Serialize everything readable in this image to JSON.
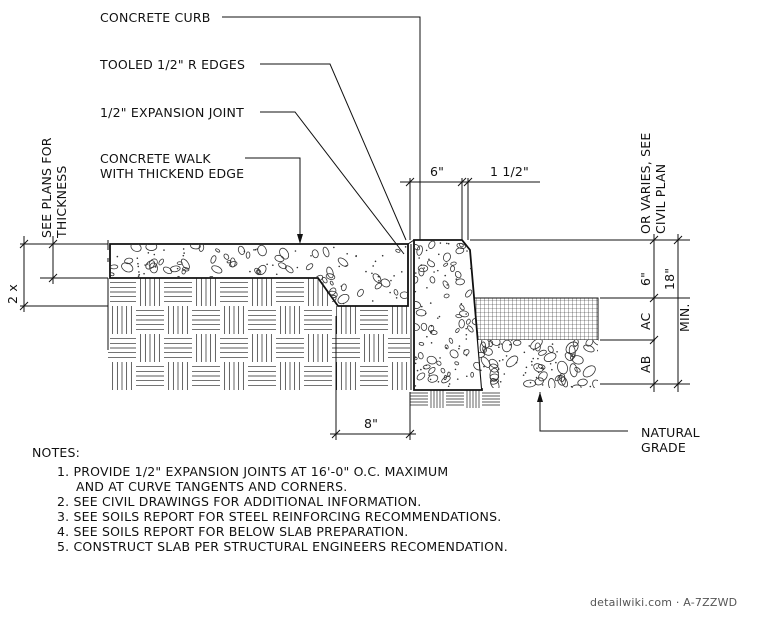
{
  "labels": {
    "concrete_curb": "CONCRETE CURB",
    "tooled_edges": "TOOLED 1/2\" R EDGES",
    "expansion_joint": "1/2\" EXPANSION JOINT",
    "concrete_walk_1": "CONCRETE WALK",
    "concrete_walk_2": "WITH THICKEND EDGE",
    "see_plans_1": "SEE PLANS FOR",
    "see_plans_2": "THICKNESS",
    "or_varies_1": "OR VARIES, SEE",
    "or_varies_2": "CIVIL PLAN",
    "natural_grade_1": "NATURAL",
    "natural_grade_2": "GRADE"
  },
  "dimensions": {
    "curb_width": "6\"",
    "curb_offset": "1 1/2\"",
    "edge_width": "8\"",
    "two_x": "2 x",
    "curb_height": "6\"",
    "ac": "AC",
    "ab": "AB",
    "total_depth_1": "18\"",
    "total_depth_2": "MIN."
  },
  "notes": {
    "heading": "NOTES:",
    "items": [
      "1. PROVIDE 1/2\" EXPANSION JOINTS AT 16'-0\" O.C. MAXIMUM",
      "AND AT CURVE TANGENTS AND CORNERS.",
      "2. SEE CIVIL DRAWINGS FOR ADDITIONAL INFORMATION.",
      "3. SEE SOILS REPORT FOR STEEL REINFORCING RECOMMENDATIONS.",
      "4. SEE SOILS REPORT FOR BELOW SLAB PREPARATION.",
      "5. CONSTRUCT SLAB PER STRUCTURAL ENGINEERS RECOMENDATION."
    ]
  },
  "watermark": "detailwiki.com · A-7ZZWD"
}
